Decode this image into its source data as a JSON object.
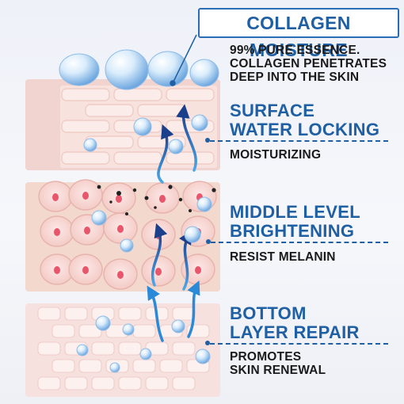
{
  "title": "COLLAGEN MOISTURE",
  "intro": [
    "99% PURE ESSENCE.",
    "COLLAGEN PENETRATES",
    "DEEP INTO THE SKIN"
  ],
  "sections": [
    {
      "heading": [
        "SURFACE",
        "WATER LOCKING"
      ],
      "desc": [
        "MOISTURIZING"
      ]
    },
    {
      "heading": [
        "MIDDLE LEVEL",
        "BRIGHTENING"
      ],
      "desc": [
        "RESIST MELANIN"
      ]
    },
    {
      "heading": [
        "BOTTOM",
        "LAYER REPAIR"
      ],
      "desc": [
        "PROMOTES",
        "SKIN RENEWAL"
      ]
    }
  ],
  "colors": {
    "accent": "#1f5fa3",
    "skin": "#f3d7d2",
    "nucleus": "#e8566c"
  }
}
